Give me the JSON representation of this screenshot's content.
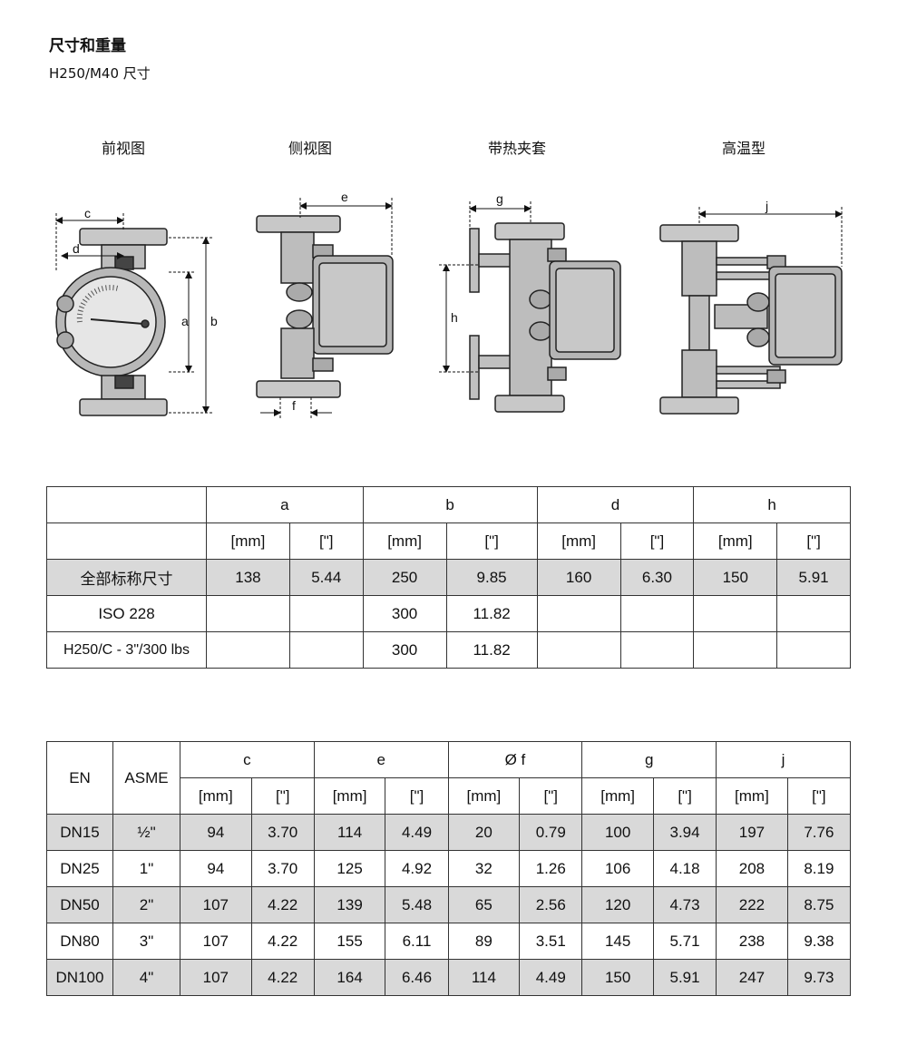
{
  "header": {
    "title": "尺寸和重量",
    "subtitle": "H250/M40 尺寸"
  },
  "views": {
    "front": "前视图",
    "side": "侧视图",
    "heating": "带热夹套",
    "high_temp": "高温型"
  },
  "dim_labels": {
    "a": "a",
    "b": "b",
    "c": "c",
    "d": "d",
    "e": "e",
    "f": "f",
    "g": "g",
    "h": "h",
    "j": "j"
  },
  "table1": {
    "groups": [
      "a",
      "b",
      "d",
      "h"
    ],
    "units": [
      "[mm]",
      "[\"]",
      "[mm]",
      "[\"]",
      "[mm]",
      "[\"]",
      "[mm]",
      "[\"]"
    ],
    "rows": [
      {
        "label": "全部标称尺寸",
        "cells": [
          "138",
          "5.44",
          "250",
          "9.85",
          "160",
          "6.30",
          "150",
          "5.91"
        ]
      },
      {
        "label": "ISO 228",
        "cells": [
          "",
          "",
          "300",
          "11.82",
          "",
          "",
          "",
          ""
        ]
      },
      {
        "label": "H250/C - 3\"/300 lbs",
        "cells": [
          "",
          "",
          "300",
          "11.82",
          "",
          "",
          "",
          ""
        ]
      }
    ]
  },
  "table2": {
    "col_en": "EN",
    "col_asme": "ASME",
    "groups": [
      "c",
      "e",
      "Ø f",
      "g",
      "j"
    ],
    "units": [
      "[mm]",
      "[\"]",
      "[mm]",
      "[\"]",
      "[mm]",
      "[\"]",
      "[mm]",
      "[\"]",
      "[mm]",
      "[\"]"
    ],
    "rows": [
      {
        "en": "DN15",
        "asme": "½\"",
        "cells": [
          "94",
          "3.70",
          "114",
          "4.49",
          "20",
          "0.79",
          "100",
          "3.94",
          "197",
          "7.76"
        ]
      },
      {
        "en": "DN25",
        "asme": "1\"",
        "cells": [
          "94",
          "3.70",
          "125",
          "4.92",
          "32",
          "1.26",
          "106",
          "4.18",
          "208",
          "8.19"
        ]
      },
      {
        "en": "DN50",
        "asme": "2\"",
        "cells": [
          "107",
          "4.22",
          "139",
          "5.48",
          "65",
          "2.56",
          "120",
          "4.73",
          "222",
          "8.75"
        ]
      },
      {
        "en": "DN80",
        "asme": "3\"",
        "cells": [
          "107",
          "4.22",
          "155",
          "6.11",
          "89",
          "3.51",
          "145",
          "5.71",
          "238",
          "9.38"
        ]
      },
      {
        "en": "DN100",
        "asme": "4\"",
        "cells": [
          "107",
          "4.22",
          "164",
          "6.46",
          "114",
          "4.49",
          "150",
          "5.91",
          "247",
          "9.73"
        ]
      }
    ]
  }
}
